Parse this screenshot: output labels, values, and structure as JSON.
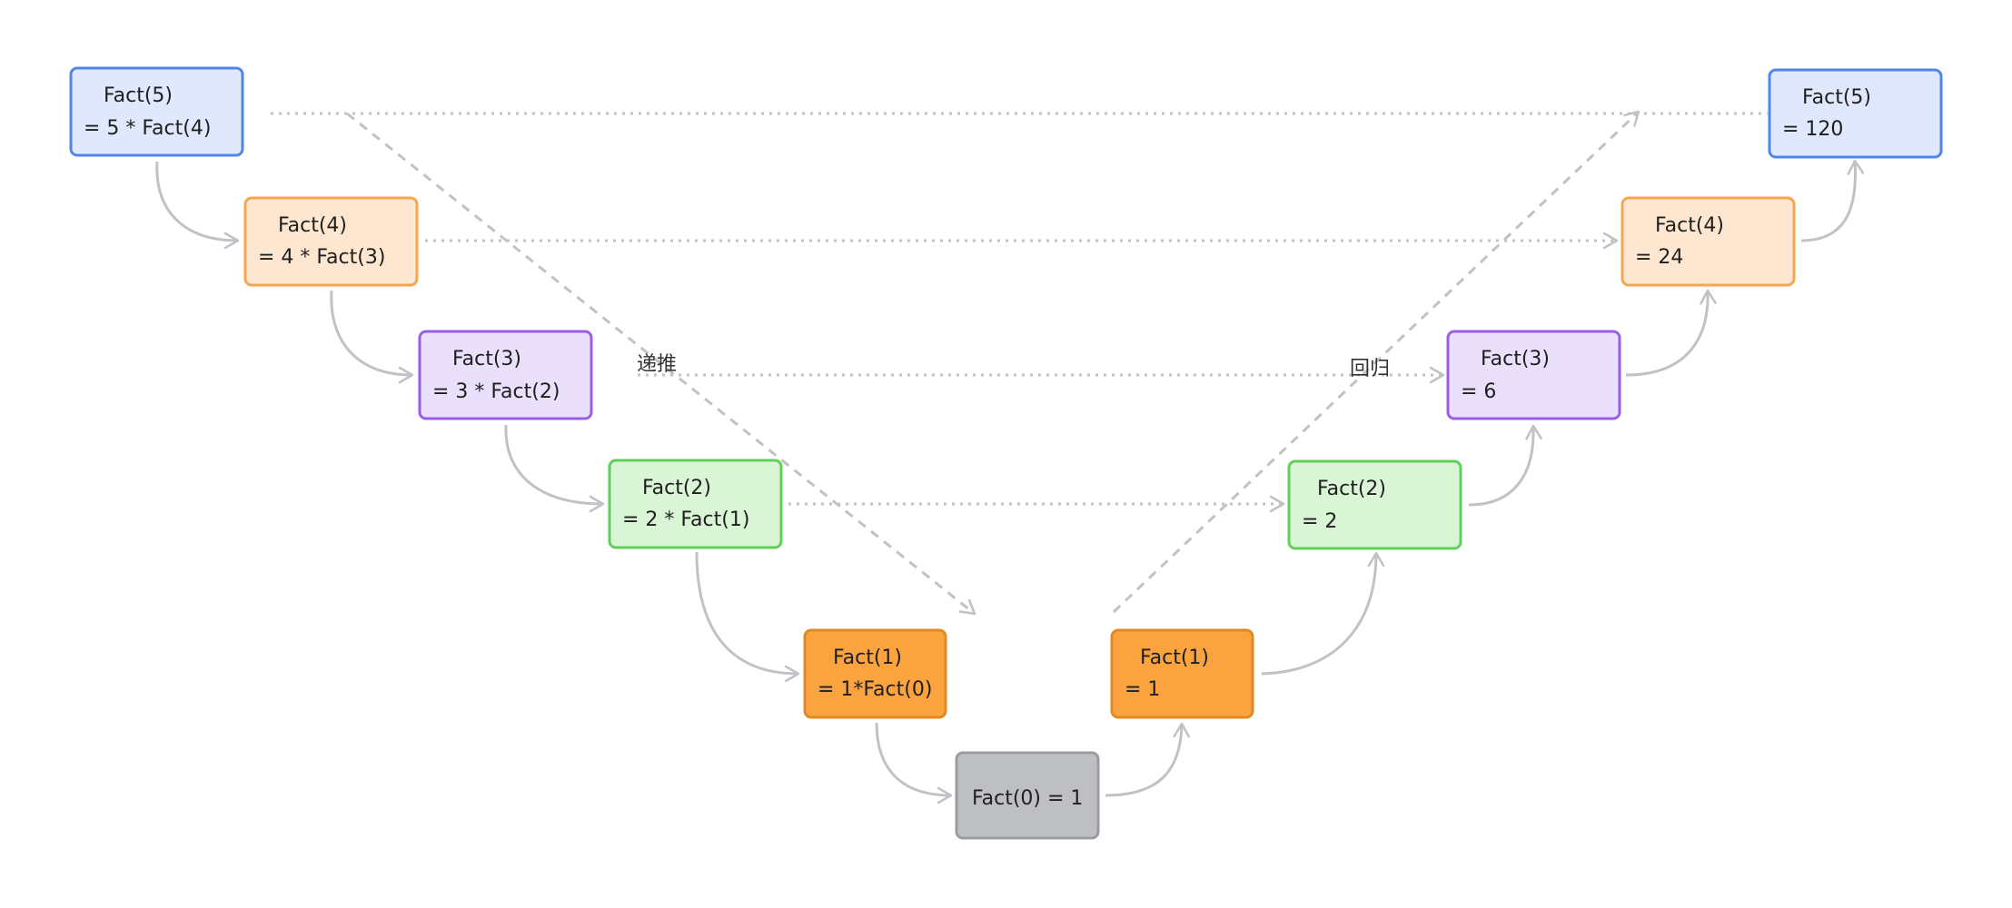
{
  "nodes": {
    "down_5": {
      "line1": "Fact(5)",
      "line2": "= 5 * Fact(4)"
    },
    "down_4": {
      "line1": "Fact(4)",
      "line2": "= 4 * Fact(3)"
    },
    "down_3": {
      "line1": "Fact(3)",
      "line2": "= 3 * Fact(2)"
    },
    "down_2": {
      "line1": "Fact(2)",
      "line2": "= 2 * Fact(1)"
    },
    "down_1": {
      "line1": "Fact(1)",
      "line2": "= 1*Fact(0)"
    },
    "base": {
      "line1": "Fact(0)  = 1"
    },
    "up_1": {
      "line1": "Fact(1)",
      "line2": "= 1"
    },
    "up_2": {
      "line1": "Fact(2)",
      "line2": "= 2"
    },
    "up_3": {
      "line1": "Fact(3)",
      "line2": "= 6"
    },
    "up_4": {
      "line1": "Fact(4)",
      "line2": "= 24"
    },
    "up_5": {
      "line1": "Fact(5)",
      "line2": "= 120"
    }
  },
  "labels": {
    "recursion": "递推",
    "return": "回归"
  },
  "colors": {
    "blue_fill": "#dfe8fd",
    "blue_stroke": "#4f86ec",
    "peach_fill": "#fde7d1",
    "peach_stroke": "#f7a64d",
    "purple_fill": "#ebe0fc",
    "purple_stroke": "#9b5de5",
    "green_fill": "#d9f5d5",
    "green_stroke": "#5fcf5a",
    "orange_fill": "#fba33f",
    "orange_stroke": "#e08a26",
    "gray_fill": "#bdbfc3",
    "gray_stroke": "#9a9ca0",
    "connector": "#c1c1c6"
  }
}
